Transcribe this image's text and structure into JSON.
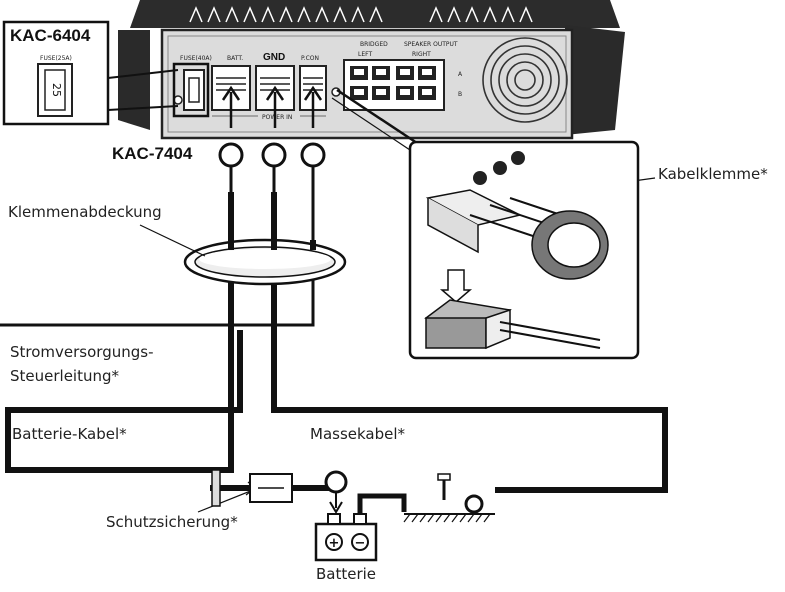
{
  "models": {
    "primary": "KAC-6404",
    "secondary": "KAC-7404"
  },
  "fuse_box": {
    "fuse_label": "FUSE(25A)",
    "fuse_value": "25"
  },
  "amplifier": {
    "terminal_labels": {
      "fuse": "FUSE(40A)",
      "batt": "BATT.",
      "gnd": "GND",
      "pcon": "P.CON",
      "power_in": "POWER IN"
    },
    "speaker_labels": {
      "bridged": "BRIDGED",
      "speaker_output": "SPEAKER OUTPUT",
      "left": "LEFT",
      "right": "RIGHT",
      "a": "A",
      "b": "B"
    }
  },
  "callouts": {
    "terminal_cover": "Klemmenabdeckung",
    "cable_clamp": "Kabelklemme*",
    "power_control_line1": "Stromversorgungs-",
    "power_control_line2": "Steuerleitung*",
    "battery_cable": "Batterie-Kabel*",
    "ground_cable": "Massekabel*",
    "protection_fuse": "Schutzsicherung*",
    "battery": "Batterie"
  },
  "battery_symbols": {
    "positive": "+",
    "negative": "−"
  }
}
